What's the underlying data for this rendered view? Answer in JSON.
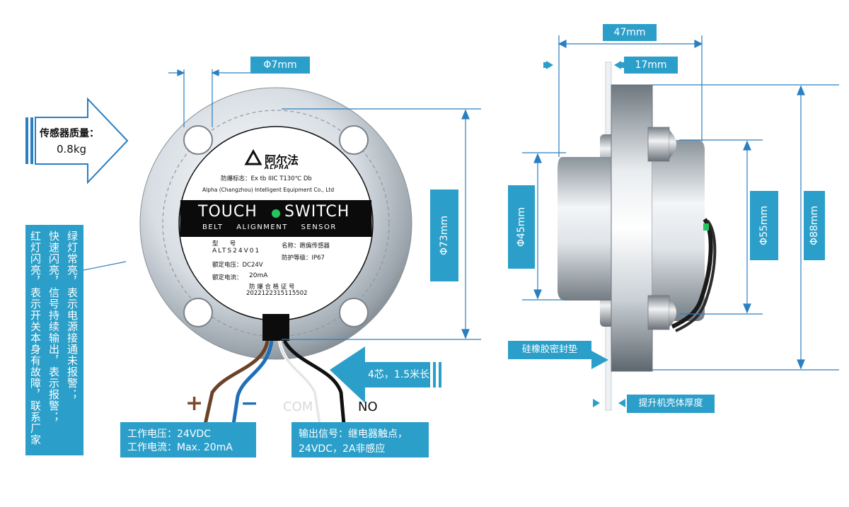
{
  "weight": {
    "label": "传感器质量：",
    "value": "0.8kg"
  },
  "dims": {
    "hole": "Φ7mm",
    "face_diameter": "Φ73mm",
    "width": "47mm",
    "flange_thickness": "17mm",
    "body_diameter": "Φ45mm",
    "cap_diameter": "Φ55mm",
    "flange_diameter": "Φ88mm"
  },
  "label_plate": {
    "brand_cn": "阿尔法",
    "brand_en": "ALPHA",
    "explosion_mark": "防爆标志：Ex tb IIIC T130℃ Db",
    "company": "Alpha (Changzhou) Intelligent Equipment Co., Ltd",
    "title_left": "TOUCH",
    "title_right": "SWITCH",
    "subtitle": "BELT    ALIGNMENT    SENSOR",
    "model_label": "型      号",
    "model_value": "ALTS24V01",
    "name_label": "名称：跑偏传感器",
    "protection": "防护等级：IP67",
    "voltage": "额定电压：DC24V",
    "current_label": "额定电流：",
    "current_value": "20mA",
    "cert_label": "防 爆 合 格 证 号",
    "cert_value": "2022122315115502"
  },
  "wires": {
    "plus": "+",
    "minus": "−",
    "com": "COM",
    "no": "NO",
    "cable": "4芯，1.5米长"
  },
  "indicators": {
    "green": "绿灯常亮，表示电源接通未报警；",
    "fast": "快速闪亮，信号持续输出，表示报警；",
    "red": "红灯闪亮，表示开关本身有故障，联系厂家"
  },
  "power": {
    "voltage": "工作电压：24VDC",
    "current": "工作电流：Max. 20mA"
  },
  "output": {
    "signal": "输出信号：继电器触点，",
    "rating": "24VDC，2A非感应"
  },
  "side_labels": {
    "gasket": "硅橡胶密封垫",
    "shell": "提升机壳体厚度"
  },
  "colors": {
    "accent": "#2b9fc9",
    "dim_line": "#2a7fc1",
    "led": "#22c55e",
    "wire_brown": "#6b4226",
    "wire_blue": "#1f6fb8"
  }
}
